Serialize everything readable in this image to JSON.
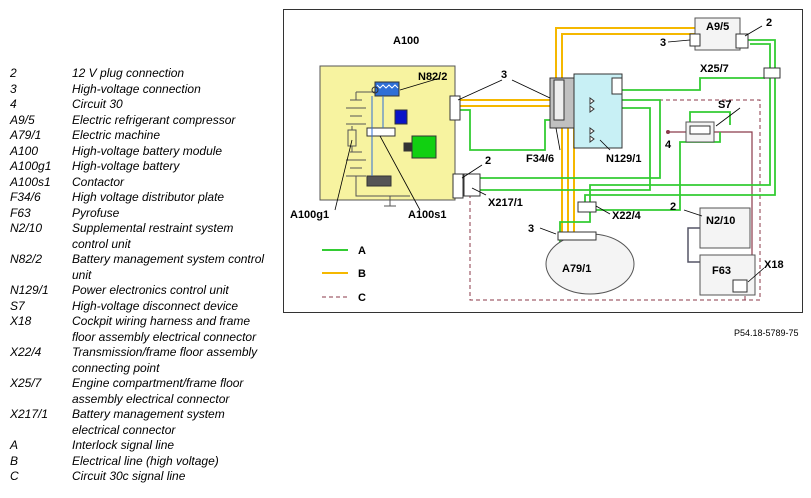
{
  "legend": [
    {
      "code": "2",
      "desc": "12 V plug connection"
    },
    {
      "code": "3",
      "desc": "High-voltage connection"
    },
    {
      "code": "4",
      "desc": "Circuit 30"
    },
    {
      "code": "A9/5",
      "desc": "Electric refrigerant compressor"
    },
    {
      "code": "A79/1",
      "desc": "Electric machine"
    },
    {
      "code": "A100",
      "desc": "High-voltage battery module"
    },
    {
      "code": "A100g1",
      "desc": "High-voltage battery"
    },
    {
      "code": "A100s1",
      "desc": "Contactor"
    },
    {
      "code": "F34/6",
      "desc": "High voltage distributor plate"
    },
    {
      "code": "F63",
      "desc": "Pyrofuse"
    },
    {
      "code": "N2/10",
      "desc": "Supplemental restraint system control unit"
    },
    {
      "code": "N82/2",
      "desc": "Battery management system control unit"
    },
    {
      "code": "N129/1",
      "desc": "Power electronics control unit"
    },
    {
      "code": "S7",
      "desc": "High-voltage disconnect device"
    },
    {
      "code": "X18",
      "desc": "Cockpit wiring harness and frame floor assembly electrical connector"
    },
    {
      "code": "X22/4",
      "desc": "Transmission/frame floor assembly connecting point"
    },
    {
      "code": "X25/7",
      "desc": "Engine compartment/frame floor assembly electrical connector"
    },
    {
      "code": "X217/1",
      "desc": "Battery management system electrical connector"
    },
    {
      "code": "A",
      "desc": "Interlock signal line"
    },
    {
      "code": "B",
      "desc": "Electrical line (high voltage)"
    },
    {
      "code": "C",
      "desc": "Circuit 30c signal line"
    }
  ],
  "diagram": {
    "labels": {
      "a100": "A100",
      "n82_2": "N82/2",
      "a100g1": "A100g1",
      "a100s1": "A100s1",
      "x217_1": "X217/1",
      "f34_6": "F34/6",
      "n129_1": "N129/1",
      "a9_5": "A9/5",
      "x25_7": "X25/7",
      "s7": "S7",
      "x22_4": "X22/4",
      "n2_10": "N2/10",
      "f63": "F63",
      "x18": "X18",
      "a79_1": "A79/1",
      "num_3_top": "3",
      "num_3_a9": "3",
      "num_2_a9": "2",
      "num_2_x217": "2",
      "num_4": "4",
      "num_2_n2": "2",
      "num_3_a79": "3"
    },
    "key": [
      {
        "letter": "A",
        "color": "#33cc33",
        "dashed": false
      },
      {
        "letter": "B",
        "color": "#f5b800",
        "dashed": false
      },
      {
        "letter": "C",
        "color": "#8b3a4a",
        "dashed": true
      }
    ],
    "reference": "P54.18-5789-75"
  },
  "colors": {
    "interlock": "#33cc33",
    "high_voltage": "#f5b800",
    "circuit30c": "#8b3a4a",
    "battery_fill": "#f7f3a0",
    "distributor_fill": "#c0c0c0",
    "pe_fill": "#c8f0f5"
  }
}
